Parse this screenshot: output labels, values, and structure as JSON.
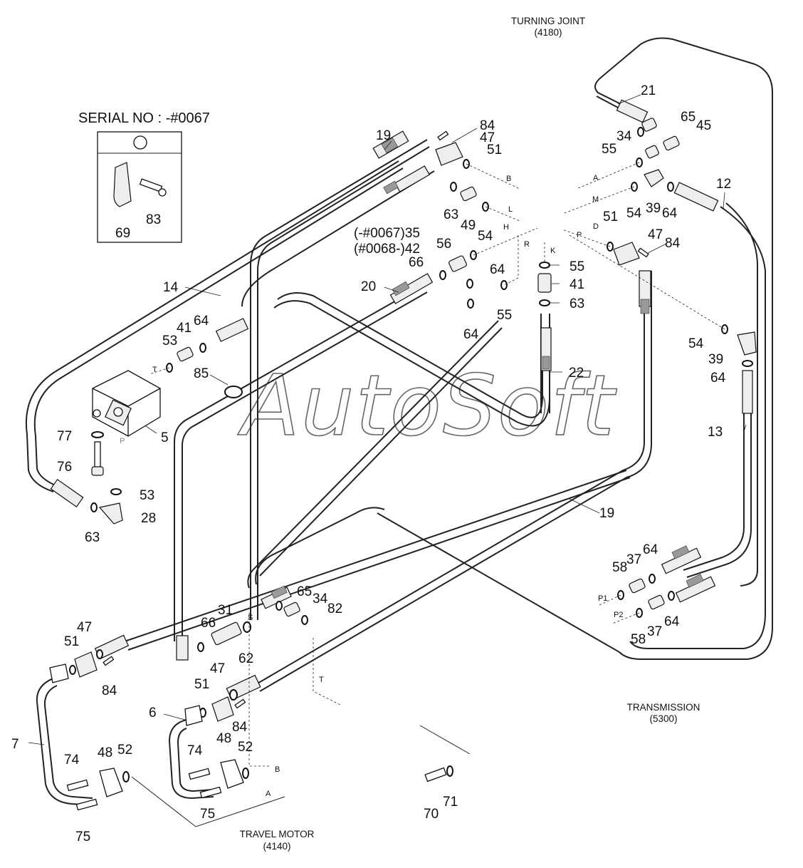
{
  "titles": {
    "turning_joint": "TURNING JOINT",
    "turning_joint_code": "(4180)",
    "transmission": "TRANSMISSION",
    "transmission_code": "(5300)",
    "travel_motor": "TRAVEL MOTOR",
    "travel_motor_code": "(4140)",
    "serial": "SERIAL NO : -#0067"
  },
  "watermark": "AutoSoft",
  "callouts": {
    "n21": "21",
    "n65a": "65",
    "n45": "45",
    "n34a": "34",
    "n55a": "55",
    "n12": "12",
    "n39a": "39",
    "n64a": "64",
    "n54a": "54",
    "n51a": "51",
    "n47a": "47",
    "n84a": "84",
    "n55b": "55",
    "n41a": "41",
    "n63a": "63",
    "n84b": "84",
    "n47b": "47",
    "n51b": "51",
    "n19a": "19",
    "n63b": "63",
    "n49": "49",
    "n54b": "54",
    "n35": "(-#0067)35",
    "n42": "(#0068-)42",
    "n56": "56",
    "n66a": "66",
    "n64b": "64",
    "n55c": "55",
    "n64c": "64",
    "n20": "20",
    "n14": "14",
    "n41b": "41",
    "n64d": "64",
    "n53a": "53",
    "n54c": "54",
    "n39b": "39",
    "n64e": "64",
    "n22": "22",
    "n85": "85",
    "n5": "5",
    "n77": "77",
    "n76": "76",
    "n53b": "53",
    "n28": "28",
    "n63c": "63",
    "n13": "13",
    "n19b": "19",
    "n37a": "37",
    "n64f": "64",
    "n58a": "58",
    "n58b": "58",
    "n37b": "37",
    "n64g": "64",
    "n65b": "65",
    "n34b": "34",
    "n82": "82",
    "n31": "31",
    "n66b": "66",
    "n62": "62",
    "n47c": "47",
    "n51c": "51",
    "n84c": "84",
    "n7": "7",
    "n47d": "47",
    "n6": "6",
    "n51d": "51",
    "n84d": "84",
    "n74a": "74",
    "n48a": "48",
    "n52a": "52",
    "n75a": "75",
    "n74b": "74",
    "n48b": "48",
    "n52b": "52",
    "n75b": "75",
    "n70": "70",
    "n71": "71",
    "n69": "69",
    "n83": "83"
  },
  "ports": {
    "A": "A",
    "M": "M",
    "D": "D",
    "P": "P",
    "B": "B",
    "L": "L",
    "H": "H",
    "R": "R",
    "K": "K",
    "T": "T",
    "Pv": "P",
    "P1": "P1",
    "P2": "P2",
    "S": "S",
    "Tb": "T",
    "Bm": "B",
    "Am": "A"
  }
}
